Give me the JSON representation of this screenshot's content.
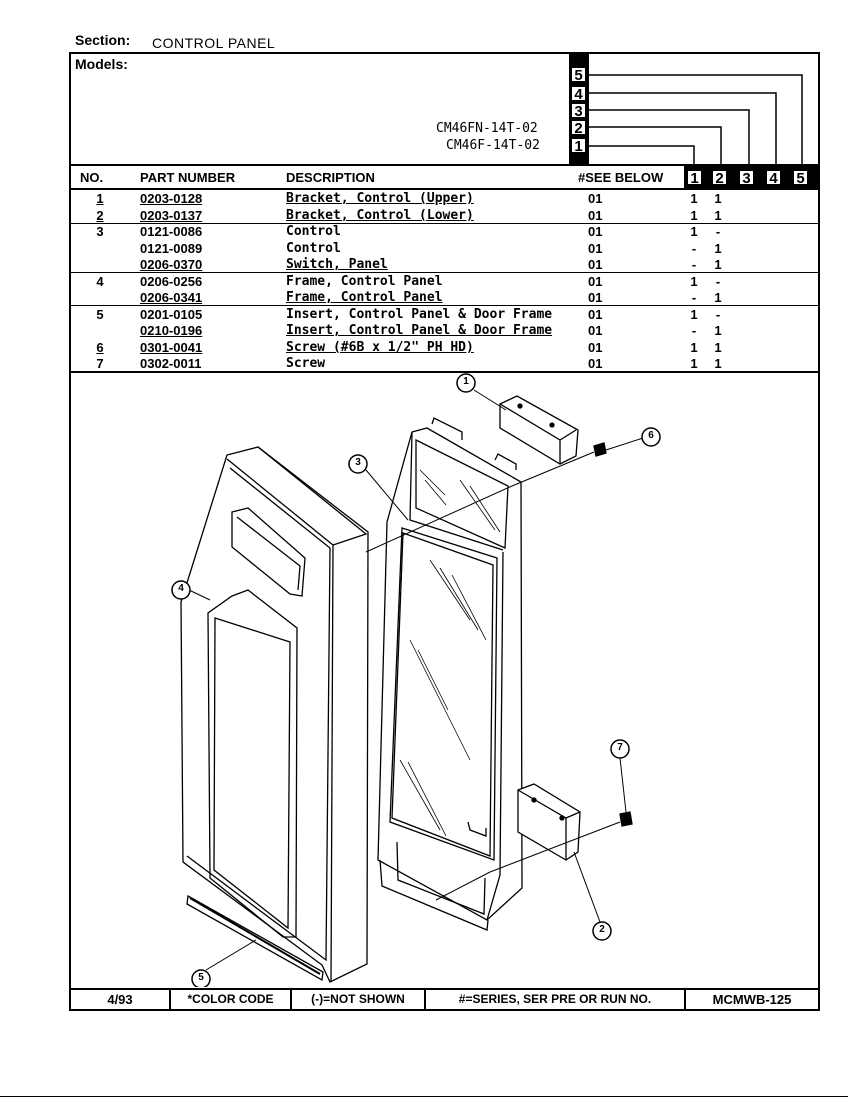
{
  "section_label": "Section:",
  "section_value": "CONTROL PANEL",
  "models_label": "Models:",
  "models": [
    {
      "number": "5",
      "name": ""
    },
    {
      "number": "4",
      "name": ""
    },
    {
      "number": "3",
      "name": ""
    },
    {
      "number": "2",
      "name": "CM46FN-14T-02"
    },
    {
      "number": "1",
      "name": "CM46F-14T-02"
    }
  ],
  "columns": {
    "no": "NO.",
    "part_number": "PART NUMBER",
    "description": "DESCRIPTION",
    "see_below": "#SEE BELOW",
    "model_nums": [
      "1",
      "2",
      "3",
      "4",
      "5"
    ]
  },
  "rows": [
    {
      "no": "1",
      "pn": "0203-0128",
      "desc": "Bracket, Control (Upper)",
      "see": "01",
      "c1": "1",
      "c2": "1"
    },
    {
      "no": "2",
      "pn": "0203-0137",
      "desc": "Bracket, Control (Lower)",
      "see": "01",
      "c1": "1",
      "c2": "1"
    },
    {
      "no": "3",
      "pn": "0121-0086",
      "desc": "Control",
      "see": "01",
      "c1": "1",
      "c2": "-"
    },
    {
      "no": "",
      "pn": "0121-0089",
      "desc": "Control",
      "see": "01",
      "c1": "-",
      "c2": "1"
    },
    {
      "no": "",
      "pn": "0206-0370",
      "desc": "Switch, Panel",
      "see": "01",
      "c1": "-",
      "c2": "1"
    },
    {
      "no": "4",
      "pn": "0206-0256",
      "desc": "Frame, Control Panel",
      "see": "01",
      "c1": "1",
      "c2": "-"
    },
    {
      "no": "",
      "pn": "0206-0341",
      "desc": "Frame, Control Panel",
      "see": "01",
      "c1": "-",
      "c2": "1"
    },
    {
      "no": "5",
      "pn": "0201-0105",
      "desc": "Insert, Control Panel & Door Frame",
      "see": "01",
      "c1": "1",
      "c2": "-"
    },
    {
      "no": "",
      "pn": "0210-0196",
      "desc": "Insert, Control Panel & Door Frame",
      "see": "01",
      "c1": "-",
      "c2": "1"
    },
    {
      "no": "6",
      "pn": "0301-0041",
      "desc": "Screw (#6B x 1/2\" PH HD)",
      "see": "01",
      "c1": "1",
      "c2": "1"
    },
    {
      "no": "7",
      "pn": "0302-0011",
      "desc": "Screw",
      "see": "01",
      "c1": "1",
      "c2": "1"
    }
  ],
  "callouts": [
    "1",
    "2",
    "3",
    "4",
    "5",
    "6",
    "7"
  ],
  "footer": {
    "date": "4/93",
    "color_code": "*COLOR CODE",
    "not_shown": "(-)=NOT SHOWN",
    "series": "#=SERIES, SER PRE OR RUN NO.",
    "page_code": "MCMWB-125"
  }
}
